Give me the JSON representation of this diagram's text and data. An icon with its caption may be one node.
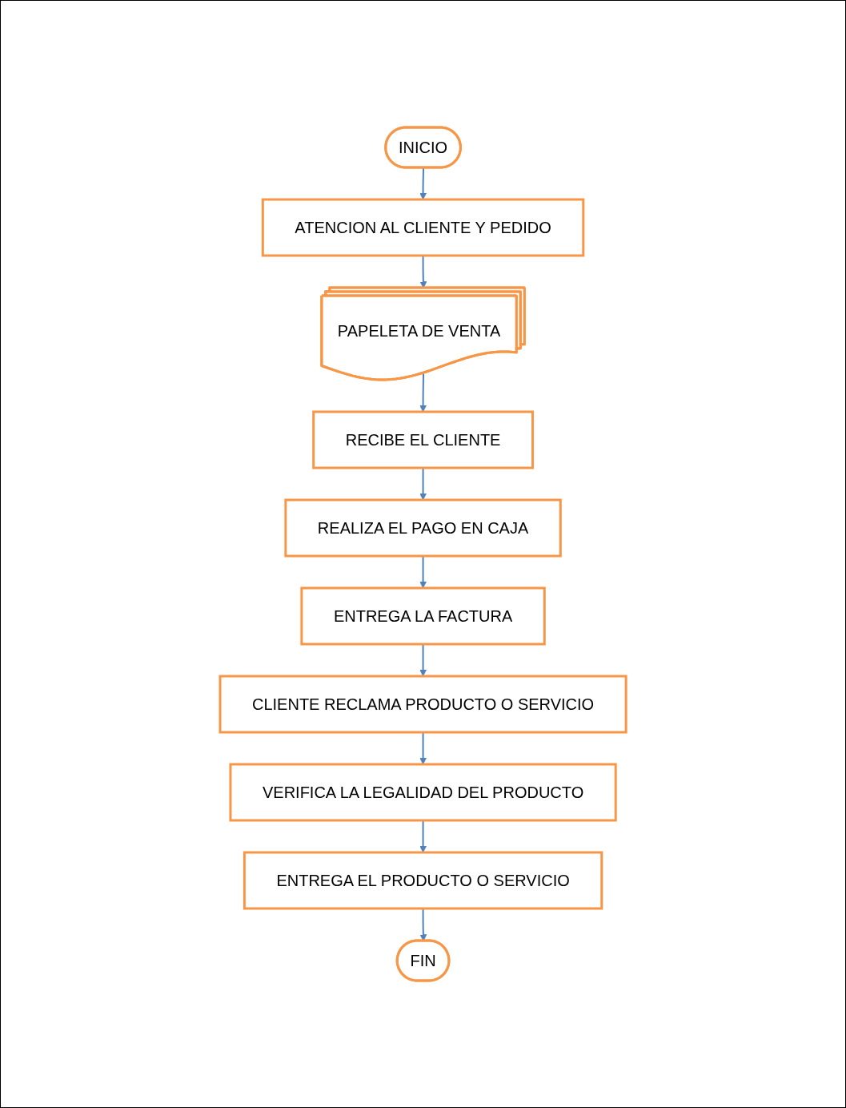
{
  "diagram": {
    "nodes": [
      {
        "text": [
          "INICIO"
        ]
      },
      {
        "text": [
          "ATENCION AL CLIENTE Y PEDIDO"
        ]
      },
      {
        "text": [
          "PAPELETA DE VENTA"
        ]
      },
      {
        "text": [
          "RECIBE EL CLIENTE"
        ]
      },
      {
        "text": [
          "REALIZA EL PAGO EN CAJA"
        ]
      },
      {
        "text": [
          "ENTREGA LA FACTURA"
        ]
      },
      {
        "text": [
          "CLIENTE RECLAMA PRODUCTO O SERVICIO"
        ]
      },
      {
        "text": [
          "VERIFICA LA LEGALIDAD DEL PRODUCTO"
        ]
      },
      {
        "text": [
          "ENTREGA EL PRODUCTO O SERVICIO"
        ]
      },
      {
        "text": [
          "FIN"
        ]
      }
    ],
    "edges": [
      {
        "from": 0,
        "to": 1,
        "arrow": "to"
      },
      {
        "from": 1,
        "to": 2,
        "arrow": "to"
      },
      {
        "from": 2,
        "to": 3,
        "arrow": "to"
      },
      {
        "from": 3,
        "to": 4,
        "arrow": "to"
      },
      {
        "from": 4,
        "to": 5,
        "arrow": "to"
      },
      {
        "from": 5,
        "to": 6,
        "arrow": "to"
      },
      {
        "from": 6,
        "to": 7,
        "arrow": "to"
      },
      {
        "from": 7,
        "to": 8,
        "arrow": "to"
      },
      {
        "from": 8,
        "to": 9,
        "arrow": "to"
      }
    ]
  }
}
